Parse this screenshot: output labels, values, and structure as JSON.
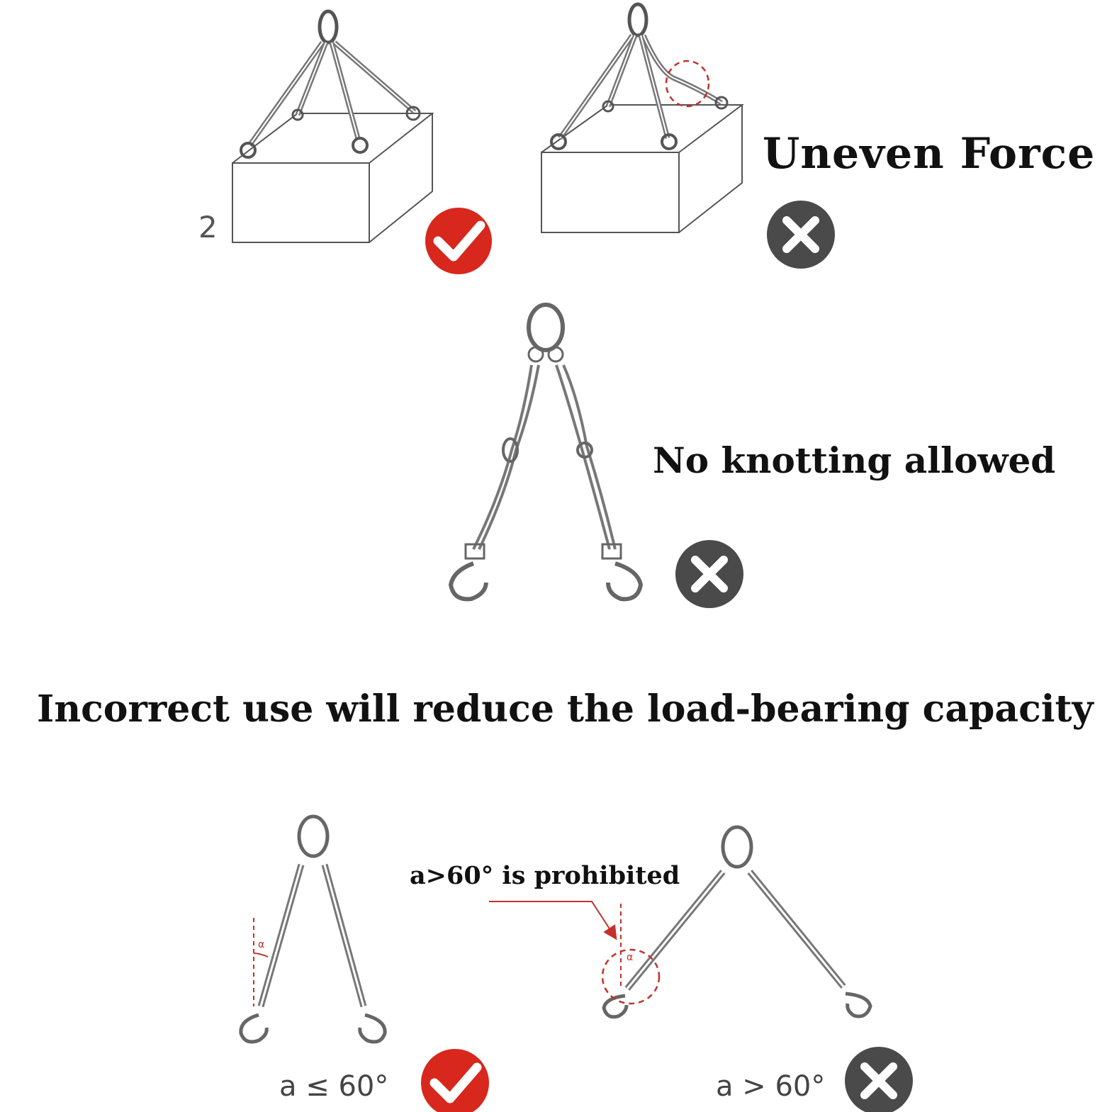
{
  "labels": {
    "uneven_force": "Uneven Force",
    "no_knotting": "No knotting allowed",
    "warning": "Incorrect use will reduce the load-bearing capacity",
    "prohibited_note": "a>60° is prohibited",
    "correct_angle": "a ≤ 60°",
    "incorrect_angle": "a > 60°",
    "figure_number": "2",
    "angle_symbol": "α"
  },
  "status_icons": {
    "correct": "check-icon",
    "incorrect": "cross-icon"
  },
  "colors": {
    "correct_badge": "#d8271c",
    "incorrect_badge": "#4a4a4a",
    "highlight": "#c4302b",
    "line_art": "#555555"
  }
}
